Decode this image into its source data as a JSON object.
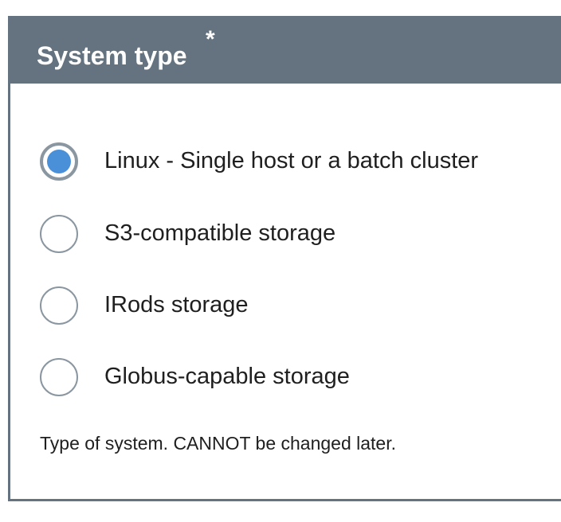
{
  "field": {
    "title": "System type",
    "required_mark": "*",
    "help_text": "Type of system. CANNOT be changed later."
  },
  "options": [
    {
      "label": "Linux - Single host or a batch cluster",
      "selected": true
    },
    {
      "label": "S3-compatible storage",
      "selected": false
    },
    {
      "label": "IRods storage",
      "selected": false
    },
    {
      "label": "Globus-capable storage",
      "selected": false
    }
  ],
  "colors": {
    "header_bg": "#64737f",
    "radio_border": "#8a96a0",
    "radio_selected": "#4a90d9"
  }
}
